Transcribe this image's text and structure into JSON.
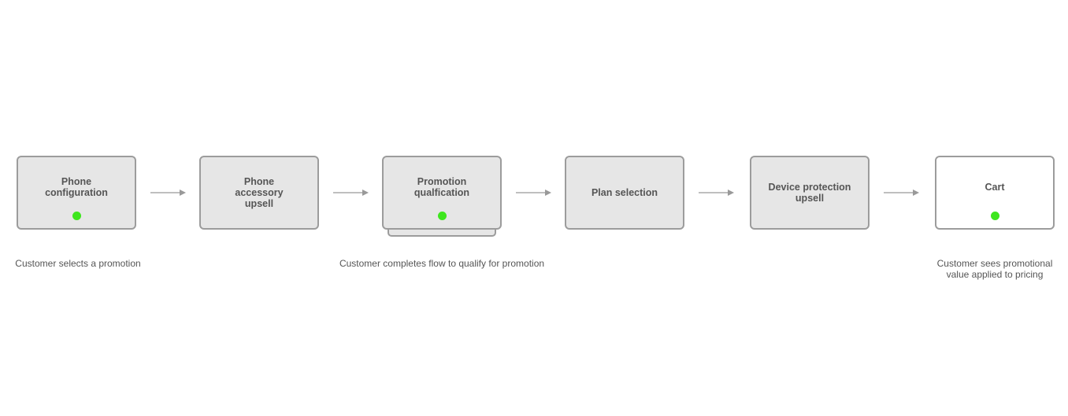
{
  "steps": [
    {
      "label": "Phone\nconfiguration",
      "dot": true
    },
    {
      "label": "Phone\naccessory\nupsell",
      "dot": false
    },
    {
      "label": "Promotion\nqualfication",
      "dot": true,
      "stacked": true
    },
    {
      "label": "Plan selection",
      "dot": false
    },
    {
      "label": "Device protection\nupsell",
      "dot": false
    },
    {
      "label": "Cart",
      "dot": true
    }
  ],
  "captions": {
    "select": "Customer selects a promotion",
    "qualify": "Customer completes flow to qualify for promotion",
    "pricing": "Customer sees promotional\nvalue applied to pricing"
  },
  "colors": {
    "node_fill": "#e6e6e6",
    "node_border": "#9c9c9c",
    "dot": "#3ee61e",
    "text": "#555555",
    "arrow": "#999999"
  }
}
